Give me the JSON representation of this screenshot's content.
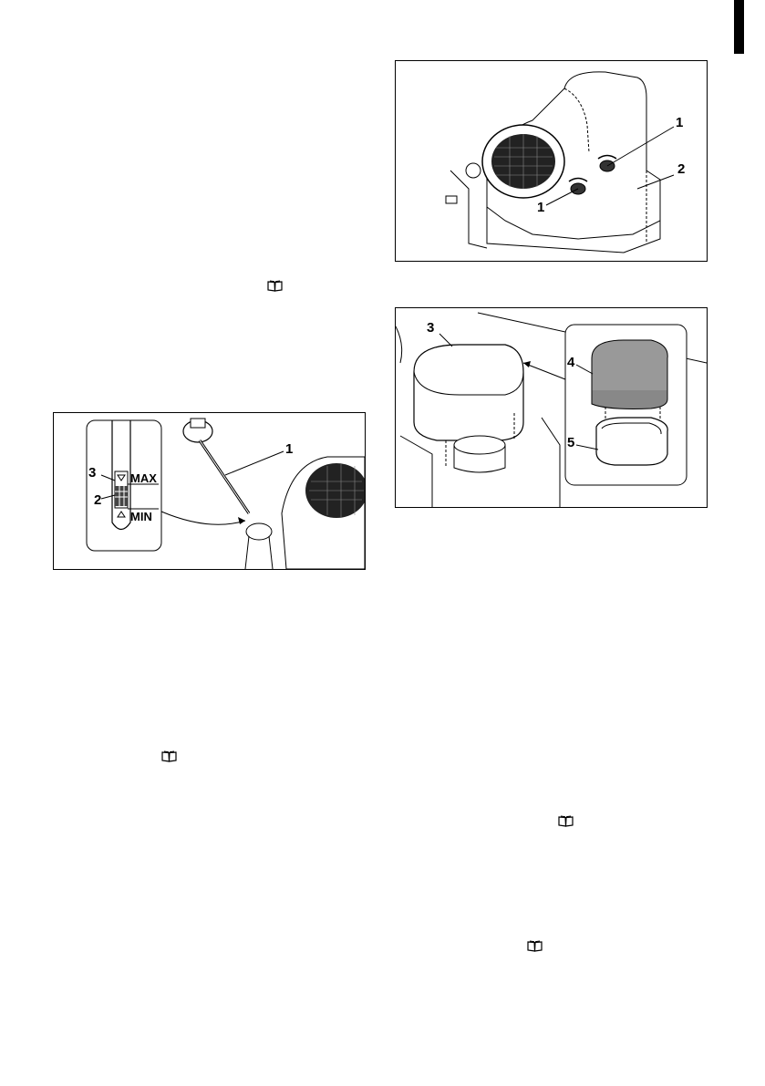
{
  "figure_dipstick": {
    "callouts": [
      "1",
      "2",
      "3"
    ],
    "gauge": {
      "max_label": "MAX",
      "min_label": "MIN"
    }
  },
  "figure_engine_cover": {
    "callouts": [
      "1",
      "1",
      "2"
    ]
  },
  "figure_air_filter": {
    "callouts": [
      "3",
      "4",
      "5"
    ]
  },
  "reference_icons": [
    "book-icon",
    "book-icon",
    "book-icon",
    "book-icon"
  ]
}
